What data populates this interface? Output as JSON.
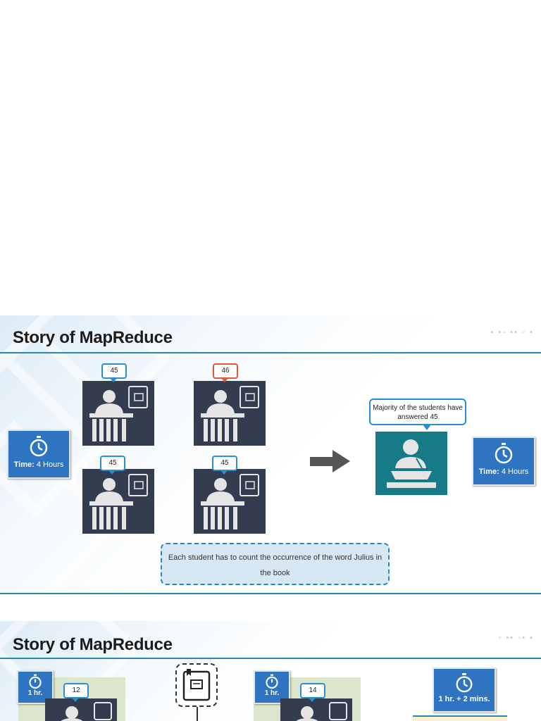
{
  "slide1": {
    "title": "Story of MapReduce",
    "timer_left": {
      "label_bold": "Time:",
      "label_rest": " 4 Hours"
    },
    "timer_right": {
      "label_bold": "Time:",
      "label_rest": " 4 Hours"
    },
    "students": [
      {
        "answer": "45",
        "highlight": "blue"
      },
      {
        "answer": "46",
        "highlight": "red"
      },
      {
        "answer": "45",
        "highlight": "blue"
      },
      {
        "answer": "45",
        "highlight": "blue"
      }
    ],
    "teacher_speech": "Majority of the students have answered 45",
    "note": "Each student has to count the occurrence of the word Julius in the book"
  },
  "slide2": {
    "title": "Story of MapReduce",
    "timer1": "1 hr.",
    "timer2": "1 hr.",
    "timer3": "1 hr. + 2 mins.",
    "answer1": "12",
    "answer2": "14"
  },
  "colors": {
    "accent": "#2f74c0",
    "desk": "#343d4f",
    "teacher": "#167a87",
    "bubble_border": "#2a8fd0",
    "bubble_alt": "#e0553f"
  }
}
